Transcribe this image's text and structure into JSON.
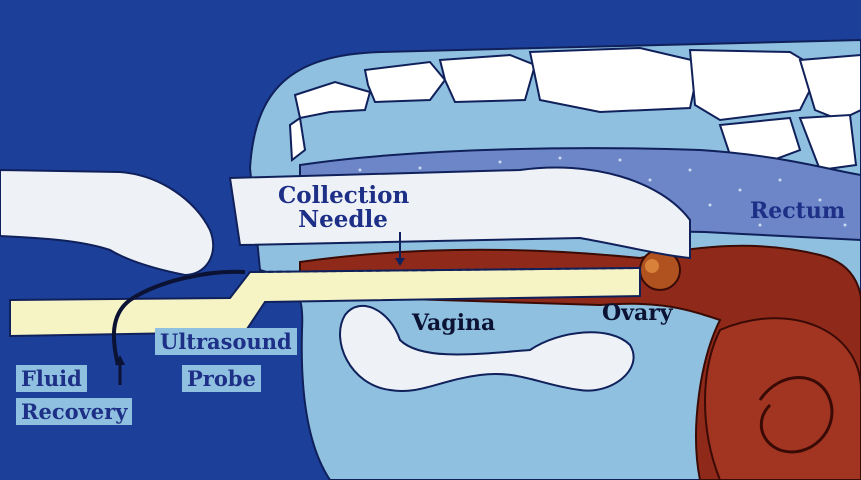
{
  "labels": {
    "collection_needle_line1": "Collection",
    "collection_needle_line2": "Needle",
    "rectum": "Rectum",
    "vagina": "Vagina",
    "ovary": "Ovary",
    "ultrasound": "Ultrasound",
    "probe": "Probe",
    "fluid": "Fluid",
    "recovery": "Recovery"
  },
  "colors": {
    "background": "#1c3f9a",
    "body": "#8fc0e0",
    "bone": "#ffffff",
    "tissue": "#8f2a1a",
    "probe": "#f6f4c4",
    "hand": "#eef2f7"
  }
}
